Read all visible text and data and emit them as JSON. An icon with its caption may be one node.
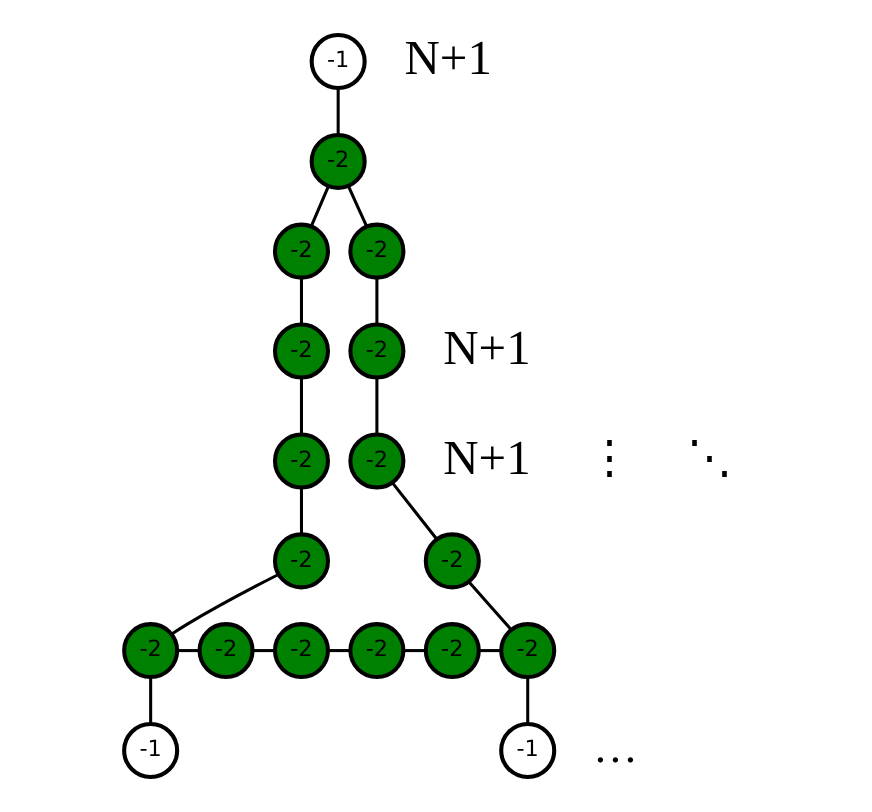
{
  "diagram": {
    "nodes": [
      {
        "text": [
          "-1"
        ]
      },
      {
        "text": [
          "-2"
        ]
      },
      {
        "text": [
          "-2"
        ]
      },
      {
        "text": [
          "-2"
        ]
      },
      {
        "text": [
          "-2"
        ]
      },
      {
        "text": [
          "-2"
        ]
      },
      {
        "text": [
          "-2"
        ]
      },
      {
        "text": [
          "-2"
        ]
      },
      {
        "text": [
          "-2"
        ]
      },
      {
        "text": [
          "-2"
        ]
      },
      {
        "text": [
          "-2"
        ]
      },
      {
        "text": [
          "-2"
        ]
      },
      {
        "text": [
          "-2"
        ]
      },
      {
        "text": [
          "-2"
        ]
      },
      {
        "text": [
          "-2"
        ]
      },
      {
        "text": [
          "-2"
        ]
      },
      {
        "text": [
          "-1"
        ]
      },
      {
        "text": [
          "-1"
        ]
      }
    ],
    "edges": [
      {
        "from": 0,
        "to": 1,
        "arrow": "none"
      },
      {
        "from": 1,
        "to": 2,
        "arrow": "none"
      },
      {
        "from": 2,
        "to": 3,
        "arrow": "none"
      },
      {
        "from": 3,
        "to": 4,
        "arrow": "none"
      },
      {
        "from": 4,
        "to": 5,
        "arrow": "none"
      },
      {
        "from": 5,
        "to": 6,
        "arrow": "none"
      },
      {
        "from": 1,
        "to": 7,
        "arrow": "none"
      },
      {
        "from": 7,
        "to": 8,
        "arrow": "none"
      },
      {
        "from": 8,
        "to": 9,
        "arrow": "none"
      },
      {
        "from": 9,
        "to": 10,
        "arrow": "none"
      },
      {
        "from": 10,
        "to": 15,
        "arrow": "none"
      },
      {
        "from": 6,
        "to": 11,
        "arrow": "none"
      },
      {
        "from": 11,
        "to": 12,
        "arrow": "none"
      },
      {
        "from": 12,
        "to": 13,
        "arrow": "none"
      },
      {
        "from": 13,
        "to": 14,
        "arrow": "none"
      },
      {
        "from": 14,
        "to": 15,
        "arrow": "none"
      },
      {
        "from": 6,
        "to": 16,
        "arrow": "none"
      },
      {
        "from": 15,
        "to": 17,
        "arrow": "none"
      }
    ],
    "labels": [
      "N+1",
      "⋱",
      "⋮",
      "N+1",
      "…",
      "N+1"
    ]
  }
}
